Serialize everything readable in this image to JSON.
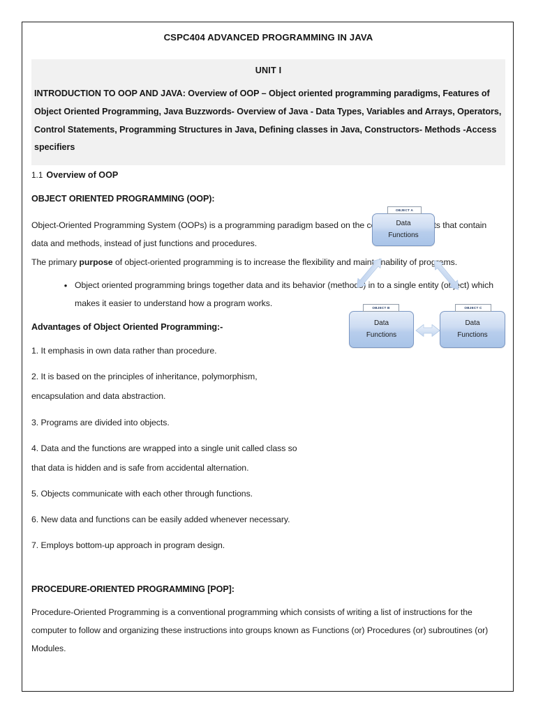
{
  "document": {
    "title": "CSPC404 ADVANCED PROGRAMMING IN JAVA",
    "unit": {
      "heading": "UNIT I",
      "syllabus": "INTRODUCTION TO OOP AND JAVA: Overview of OOP – Object oriented programming paradigms, Features of Object Oriented Programming, Java Buzzwords- Overview of Java - Data Types, Variables and Arrays, Operators, Control Statements, Programming Structures in Java, Defining classes in Java, Constructors- Methods -Access specifiers"
    },
    "section": {
      "number": "1.1",
      "title": "Overview of OOP"
    },
    "oop": {
      "heading": "OBJECT ORIENTED PROGRAMMING (OOP):",
      "para1": "Object-Oriented Programming System (OOPs) is a programming paradigm based on the concept of −objects that contain data and methods, instead of just functions and procedures.",
      "para2_before": " The primary ",
      "para2_bold": "purpose",
      "para2_after": " of object-oriented programming is to increase the flexibility and maintainability of programs.",
      "bullet_marker": "•",
      "bullet": "Object oriented programming brings together data and its behavior (methods) in to a single entity (object) which makes it easier to understand how a program works."
    },
    "advantages": {
      "heading": "Advantages of Object Oriented Programming:-",
      "items": [
        "1. It emphasis in own data rather than procedure.",
        "2. It is based on the principles of inheritance, polymorphism,",
        "encapsulation and data abstraction.",
        "3. Programs are divided into objects.",
        "4. Data and the functions are wrapped into a single unit called class so",
        "that data is hidden and is safe from accidental alternation.",
        "5. Objects communicate with each other through functions.",
        "6. New data and functions can be easily added whenever necessary.",
        "7. Employs bottom-up approach in program design."
      ]
    },
    "pop": {
      "heading": "PROCEDURE-ORIENTED PROGRAMMING [POP]:",
      "para": "Procedure-Oriented Programming is a conventional programming which consists of writing a list of instructions for the computer to follow and organizing these instructions into groups known as Functions (or) Procedures (or) subroutines (or) Modules."
    },
    "diagram": {
      "objects": [
        {
          "tab": "OBJECT A",
          "line1": "Data",
          "line2": "Functions"
        },
        {
          "tab": "OBJECT B",
          "line1": "Data",
          "line2": "Functions"
        },
        {
          "tab": "OBJECT C",
          "line1": "Data",
          "line2": "Functions"
        }
      ],
      "colors": {
        "box_fill_top": "#e4ecf8",
        "box_fill_bottom": "#a9c4e8",
        "box_border": "#7a96c2",
        "tab_text": "#1f3864",
        "arrow_fill": "#ccdcf2",
        "arrow_border": "#b4cae6"
      }
    },
    "colors": {
      "banner_background": "#f1f1f1",
      "page_border": "#1b1b1b",
      "text": "#1c1c1c"
    }
  }
}
